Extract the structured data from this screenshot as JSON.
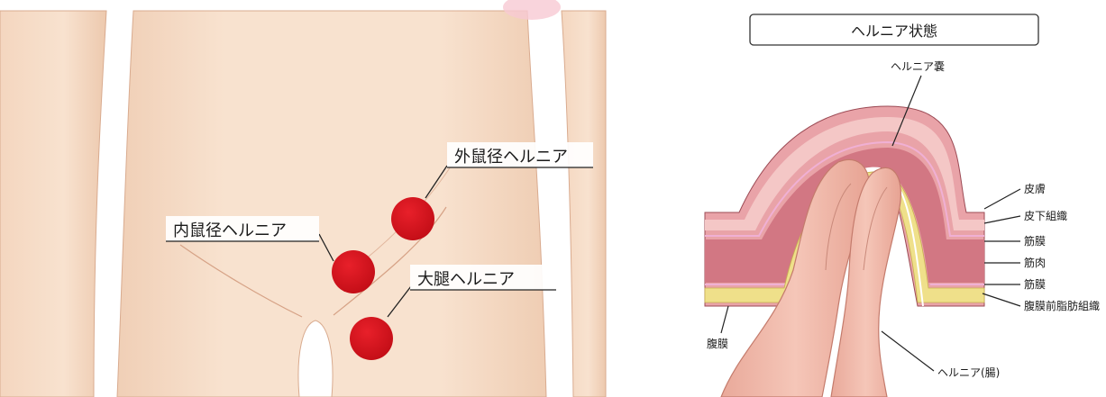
{
  "left_panel": {
    "labels": {
      "indirect": "外鼠径ヘルニア",
      "direct": "内鼠径ヘルニア",
      "femoral": "大腿ヘルニア"
    }
  },
  "right_panel": {
    "title": "ヘルニア状態",
    "sac_label": "ヘルニア嚢",
    "layer_labels": {
      "skin": "皮膚",
      "subcutaneous": "皮下組織",
      "fascia_top": "筋膜",
      "muscle": "筋肉",
      "fascia_bottom": "筋膜",
      "preperitoneal_fat": "腹膜前脂肪組織"
    },
    "peritoneum": "腹膜",
    "intestine": "ヘルニア(腸)"
  },
  "colors": {
    "skin": "#f6dcc6",
    "skin_shadow": "#ecc5aa",
    "marker_red": "#d4121a",
    "muscle": "#d88a92",
    "fat": "#f1e28c"
  }
}
